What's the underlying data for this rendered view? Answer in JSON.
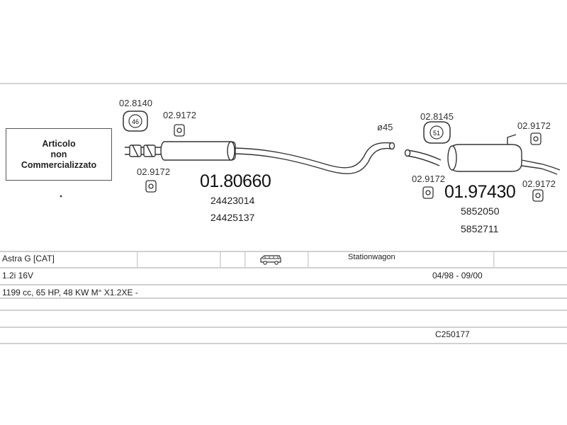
{
  "note": {
    "line1": "Articolo",
    "line2": "non",
    "line3": "Commercializzato"
  },
  "parts": {
    "front_hanger": "02.8140",
    "front_hanger_badge": "46",
    "front_clamp_top": "02.9172",
    "front_clamp_bottom": "02.9172",
    "front_silencer": "01.80660",
    "front_oe_1": "24423014",
    "front_oe_2": "24425137",
    "pipe_diameter": "ø45",
    "rear_hanger": "02.8145",
    "rear_hanger_badge": "51",
    "rear_clamp_left": "02.9172",
    "rear_clamp_top_right": "02.9172",
    "rear_clamp_bottom_right": "02.9172",
    "rear_silencer": "01.97430",
    "rear_oe_1": "5852050",
    "rear_oe_2": "5852711"
  },
  "vehicle": {
    "model": "Astra G  [CAT]",
    "body_type": "Stationwagon",
    "body_icon": "station-wagon-icon",
    "engine": "1.2i 16V",
    "period": "04/98 - 09/00",
    "specs": "1199 cc, 65 HP, 48 KW M° X1.2XE -",
    "code": "C250177"
  }
}
